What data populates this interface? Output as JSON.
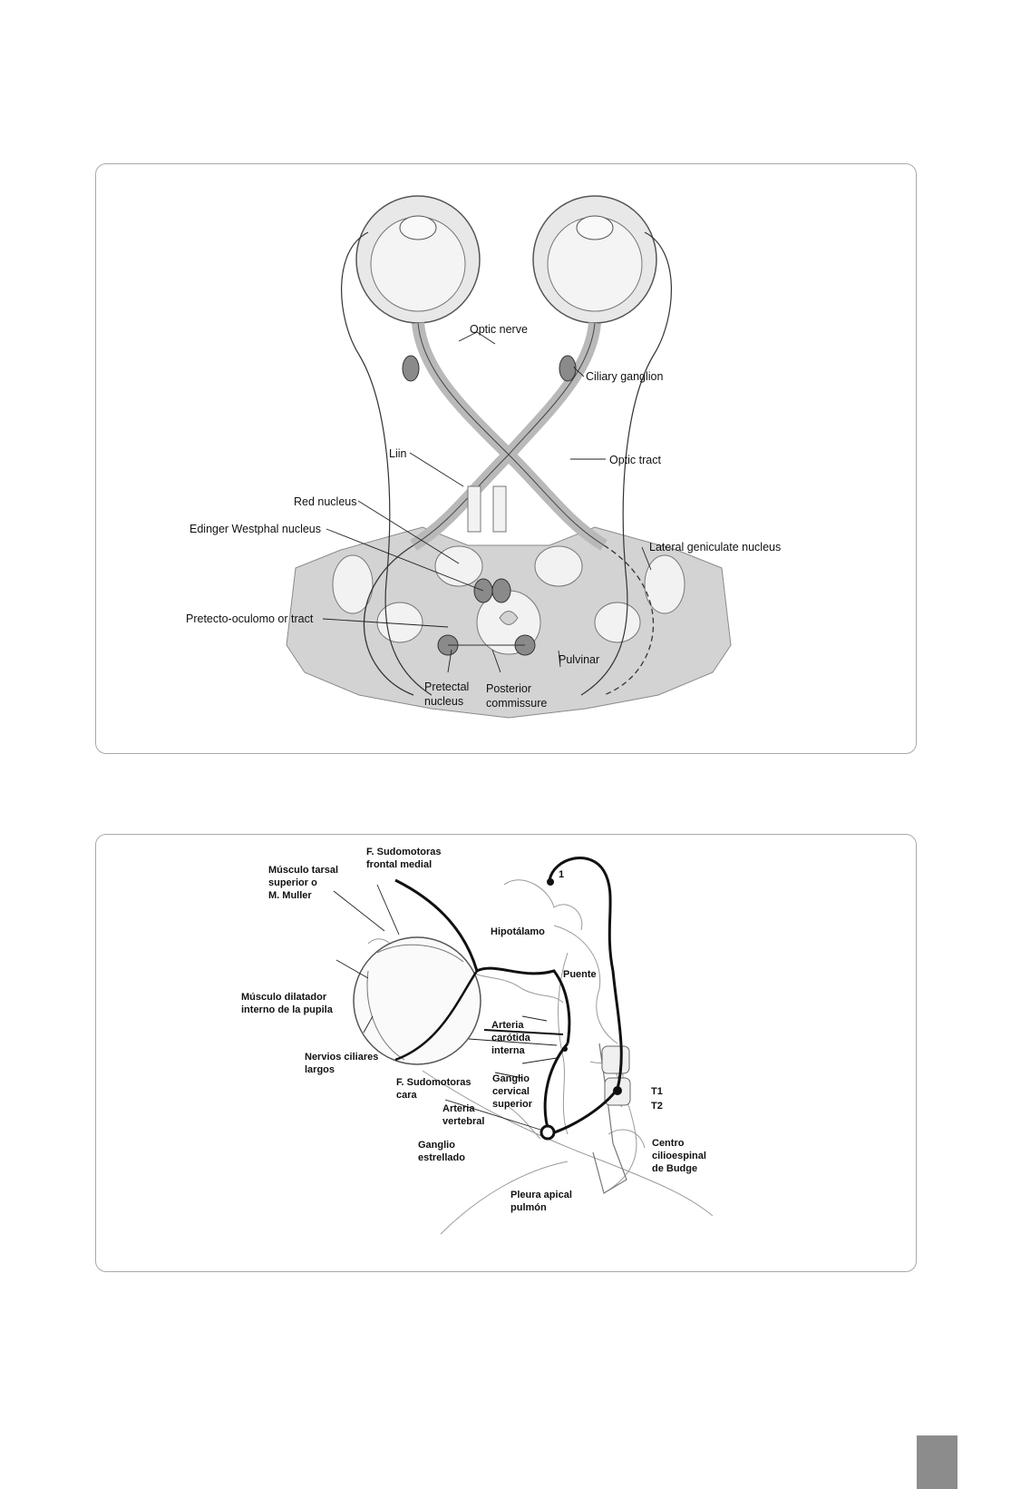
{
  "figure1": {
    "labels": {
      "optic_nerve": "Optic nerve",
      "ciliary_ganglion": "Ciliary ganglion",
      "liin": "Liin",
      "optic_tract": "Optic tract",
      "red_nucleus": "Red nucleus",
      "edinger_westphal": "Edinger Westphal nucleus",
      "lateral_geniculate": "Lateral geniculate nucleus",
      "pretecto_tract": "Pretecto-oculomo or tract",
      "pulvinar": "Pulvinar",
      "pretectal_1": "Pretectal",
      "pretectal_2": "nucleus",
      "posterior_1": "Posterior",
      "posterior_2": "commissure"
    }
  },
  "figure2": {
    "labels": {
      "sudo_frontal_1": "F. Sudomotoras",
      "sudo_frontal_2": "frontal medial",
      "tarsal_1": "Músculo tarsal",
      "tarsal_2": "superior o",
      "tarsal_3": "M. Muller",
      "neuron_1": "1",
      "hipotalamo": "Hipotálamo",
      "puente": "Puente",
      "dilatador_1": "Músculo dilatador",
      "dilatador_2": "interno de la pupila",
      "arteria_car_1": "Arteria",
      "arteria_car_2": "carótida",
      "arteria_car_3": "interna",
      "nervios_1": "Nervios ciliares",
      "nervios_2": "largos",
      "sudo_cara_1": "F. Sudomotoras",
      "sudo_cara_2": "cara",
      "ganglio_cerv_1": "Ganglio",
      "ganglio_cerv_2": "cervical",
      "ganglio_cerv_3": "superior",
      "t1": "T1",
      "t2": "T2",
      "arteria_vert_1": "Arteria",
      "arteria_vert_2": "vertebral",
      "ganglio_est_1": "Ganglio",
      "ganglio_est_2": "estrellado",
      "centro_1": "Centro",
      "centro_2": "cilioespinal",
      "centro_3": "de Budge",
      "pleura_1": "Pleura apical",
      "pleura_2": "pulmón"
    }
  },
  "colors": {
    "panel_border": "#a9a9a9",
    "tissue_gray": "#d0d0d0",
    "page_tab": "#8c8c8c"
  }
}
